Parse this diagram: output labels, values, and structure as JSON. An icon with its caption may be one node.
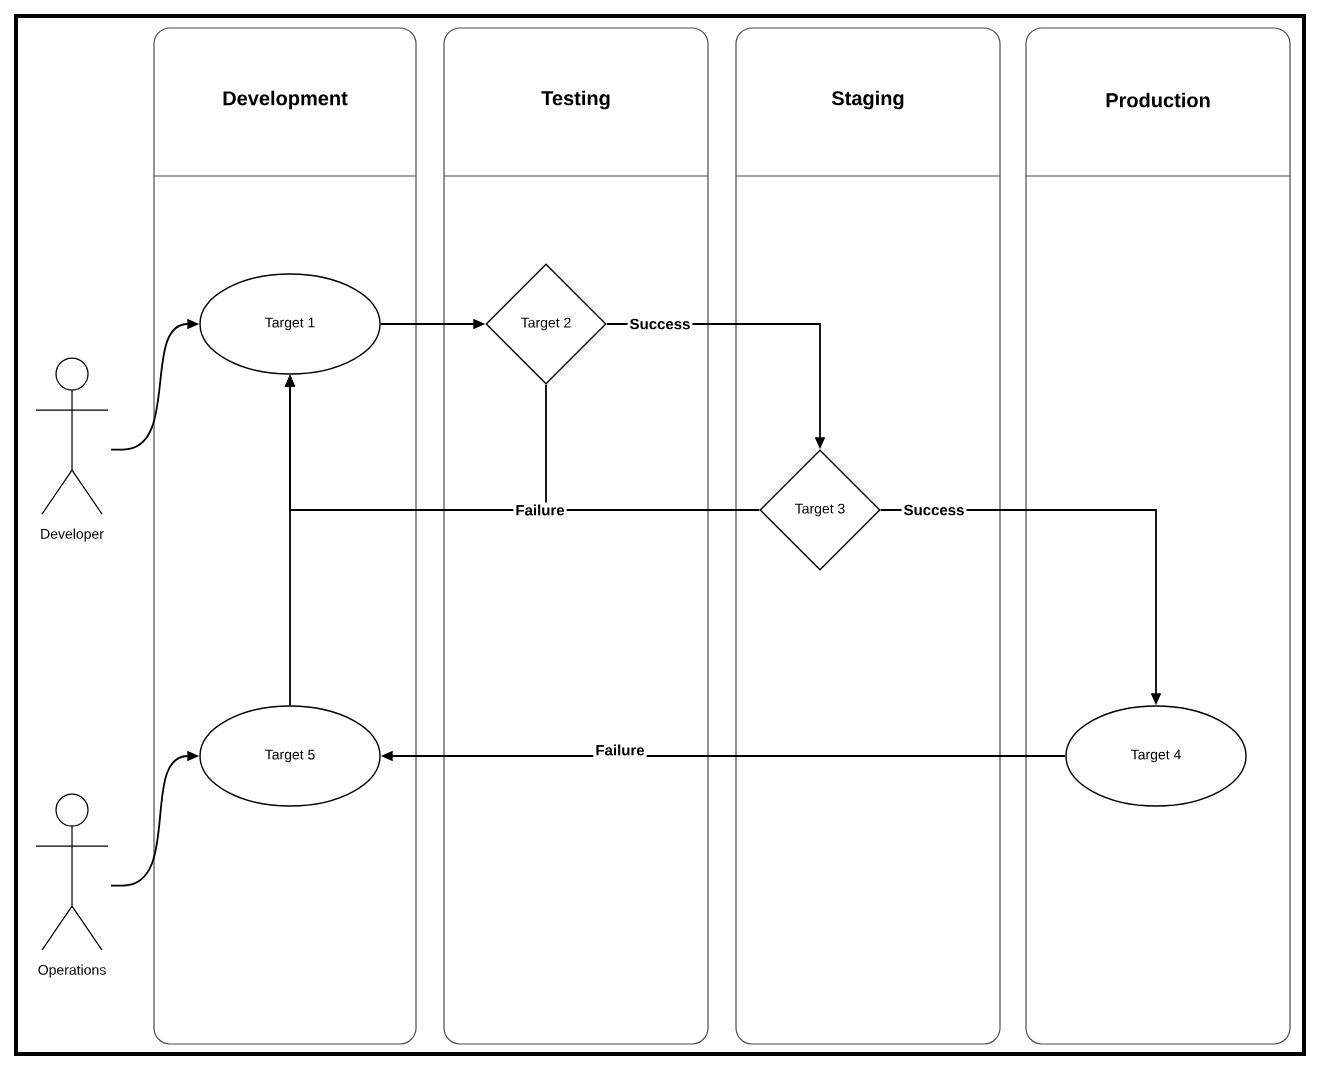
{
  "diagram": {
    "nodes": [
      {
        "text": [
          "Development"
        ]
      },
      {
        "text": [
          "Testing"
        ]
      },
      {
        "text": [
          "Staging"
        ]
      },
      {
        "text": [
          "Production"
        ]
      },
      {
        "text": [
          "Developer"
        ]
      },
      {
        "text": [
          "Target 1"
        ],
        "in": 0
      },
      {
        "text": [
          "Target 2"
        ],
        "in": 1
      },
      {
        "text": [
          "Target 3"
        ],
        "in": 2
      },
      {
        "text": [
          "Operations"
        ]
      },
      {
        "text": [
          "Target 5"
        ],
        "in": 0
      },
      {
        "text": [
          "Target 4"
        ],
        "in": 3
      }
    ],
    "edges": [
      {
        "from": 4,
        "to": 5,
        "arrow": "to"
      },
      {
        "from": 5,
        "to": 6,
        "arrow": "to"
      },
      {
        "from": 6,
        "to": 7,
        "arrow": "to",
        "label": "Success"
      },
      {
        "from": 6,
        "to": 5,
        "arrow": "to",
        "label": "Failure"
      },
      {
        "from": 7,
        "to": 5,
        "arrow": "to"
      },
      {
        "from": 7,
        "to": 10,
        "arrow": "to",
        "label": "Success"
      },
      {
        "from": 8,
        "to": 9,
        "arrow": "to"
      },
      {
        "from": 10,
        "to": 9,
        "arrow": "to",
        "label": "Failure"
      },
      {
        "from": 9,
        "to": 5,
        "arrow": "to"
      }
    ]
  }
}
